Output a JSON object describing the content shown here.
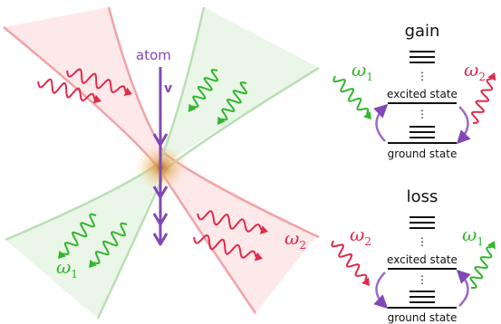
{
  "colors": {
    "red": "#e02a4a",
    "green": "#33b52e",
    "purple": "#8048b4",
    "black": "#111111",
    "red_beam": "#f6b3b6",
    "green_beam": "#bfe2bb",
    "glow": "#d98f2c"
  },
  "atom": {
    "label": "atom",
    "velocity_label": "v"
  },
  "photons": {
    "omega1": "ω",
    "omega2": "ω",
    "sub1": "1",
    "sub2": "2"
  },
  "panels": {
    "gain": {
      "title": "gain",
      "excited_label": "excited state",
      "ground_label": "ground state",
      "left_photon": "omega1",
      "right_photon": "omega2"
    },
    "loss": {
      "title": "loss",
      "excited_label": "excited state",
      "ground_label": "ground state",
      "left_photon": "omega2",
      "right_photon": "omega1"
    }
  }
}
